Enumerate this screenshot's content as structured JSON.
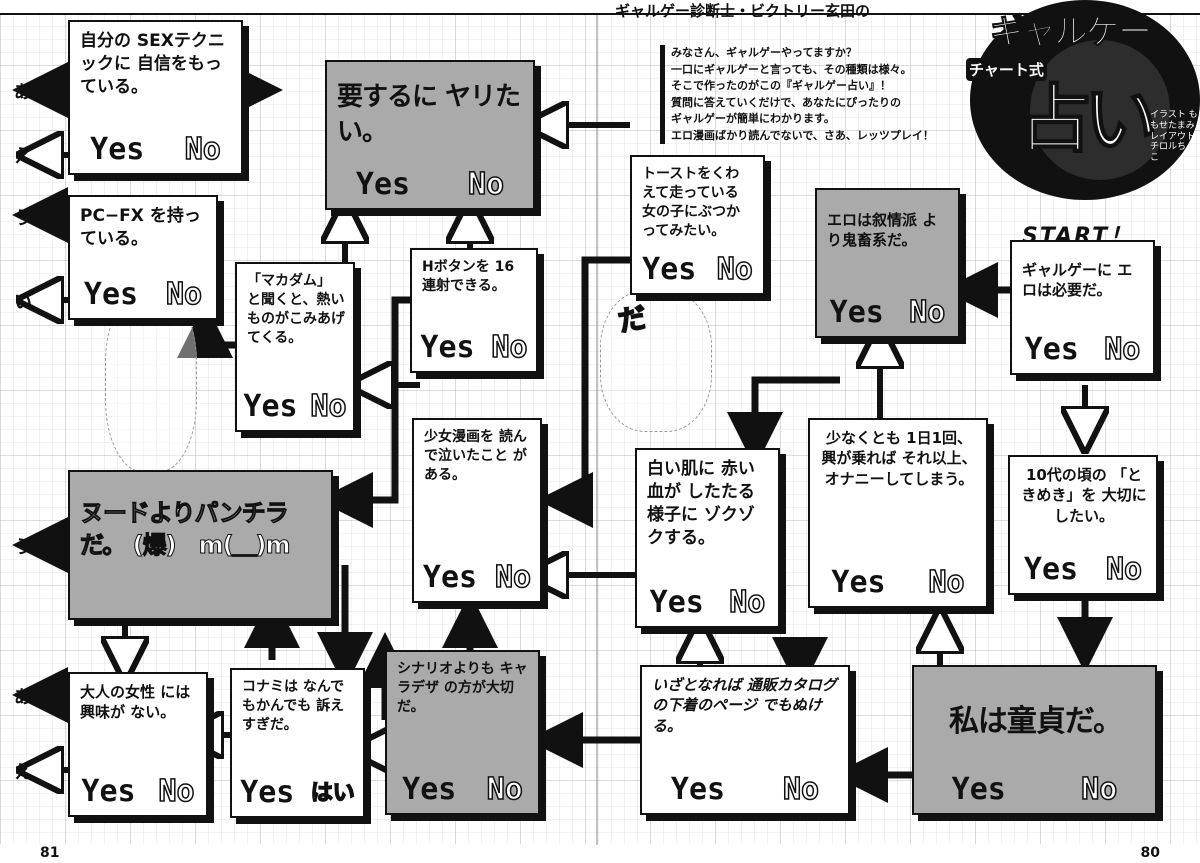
{
  "header": {
    "subtitle": "ギャルゲー診断士・ビクトリー玄田の",
    "title_main": "ギャルゲー",
    "title_tag": "チャート式",
    "title_big": "占い",
    "credits": "イラスト ももせたまみ レイアウト チロルちょこ"
  },
  "intro": [
    "みなさん、ギャルゲーやってますか？",
    "一口にギャルゲーと言っても、その種類は様々。",
    "そこで作ったのがこの『ギャルゲー占い』！",
    "質問に答えていくだけで、あなたにぴったりの",
    "ギャルゲーが簡単にわかります。",
    "エロ漫画ばかり読んでないで、さあ、レッツプレイ！"
  ],
  "start_label": "START！",
  "yes": "Yes",
  "no": "No",
  "questions": {
    "q_ero": {
      "text": "ギャルゲーに エロは必要だ。"
    },
    "q_kichiku": {
      "text": "エロは叙情派 より鬼畜系だ。"
    },
    "q_toast": {
      "text": "トーストをくわ えて走っている 女の子にぶつか ってみたい。"
    },
    "q_yaritai": {
      "text": "要するに ヤリたい。"
    },
    "q_sex": {
      "text": "自分の SEXテクニックに 自信をもっている。"
    },
    "q_pcfx": {
      "text": "PC−FX を持っている。"
    },
    "q_makadamu": {
      "text": "「マカダム」 と聞くと、熱い ものがこみあげ てくる。"
    },
    "q_hbutton": {
      "text": "Hボタンを 16連射できる。"
    },
    "q_shoujo": {
      "text": "少女漫画を 読んで泣いたこと がある。"
    },
    "q_shiroi": {
      "text": "白い肌に 赤い血が したたる様子に ゾクゾクする。"
    },
    "q_onanie": {
      "text": "少なくとも 1日1回、 興が乗れば それ以上、 オナニーしてしまう。"
    },
    "q_tokimeki": {
      "text": "10代の頃の 「ときめき」を 大切にしたい。"
    },
    "q_doutei": {
      "text": "私は童貞だ。"
    },
    "q_tsuhan": {
      "text": "いざとなれば 通販カタログの下着のページ でもぬける。"
    },
    "q_chara": {
      "text": "シナリオよりも キャラデザ の方が大切だ。"
    },
    "q_konami": {
      "text": "コナミは なんでもかんでも 訴えすぎだ。",
      "no": "はい"
    },
    "q_nude": {
      "text": "ヌードよりパンチラだ。 (爆)　m(＿)m"
    },
    "q_otona": {
      "text": "大人の女性 には興味が ない。"
    }
  },
  "results": [
    "あ",
    "え",
    "う",
    "い",
    "う",
    "あ",
    "え"
  ],
  "sfx": "だ",
  "pages": {
    "left": "81",
    "right": "80"
  }
}
